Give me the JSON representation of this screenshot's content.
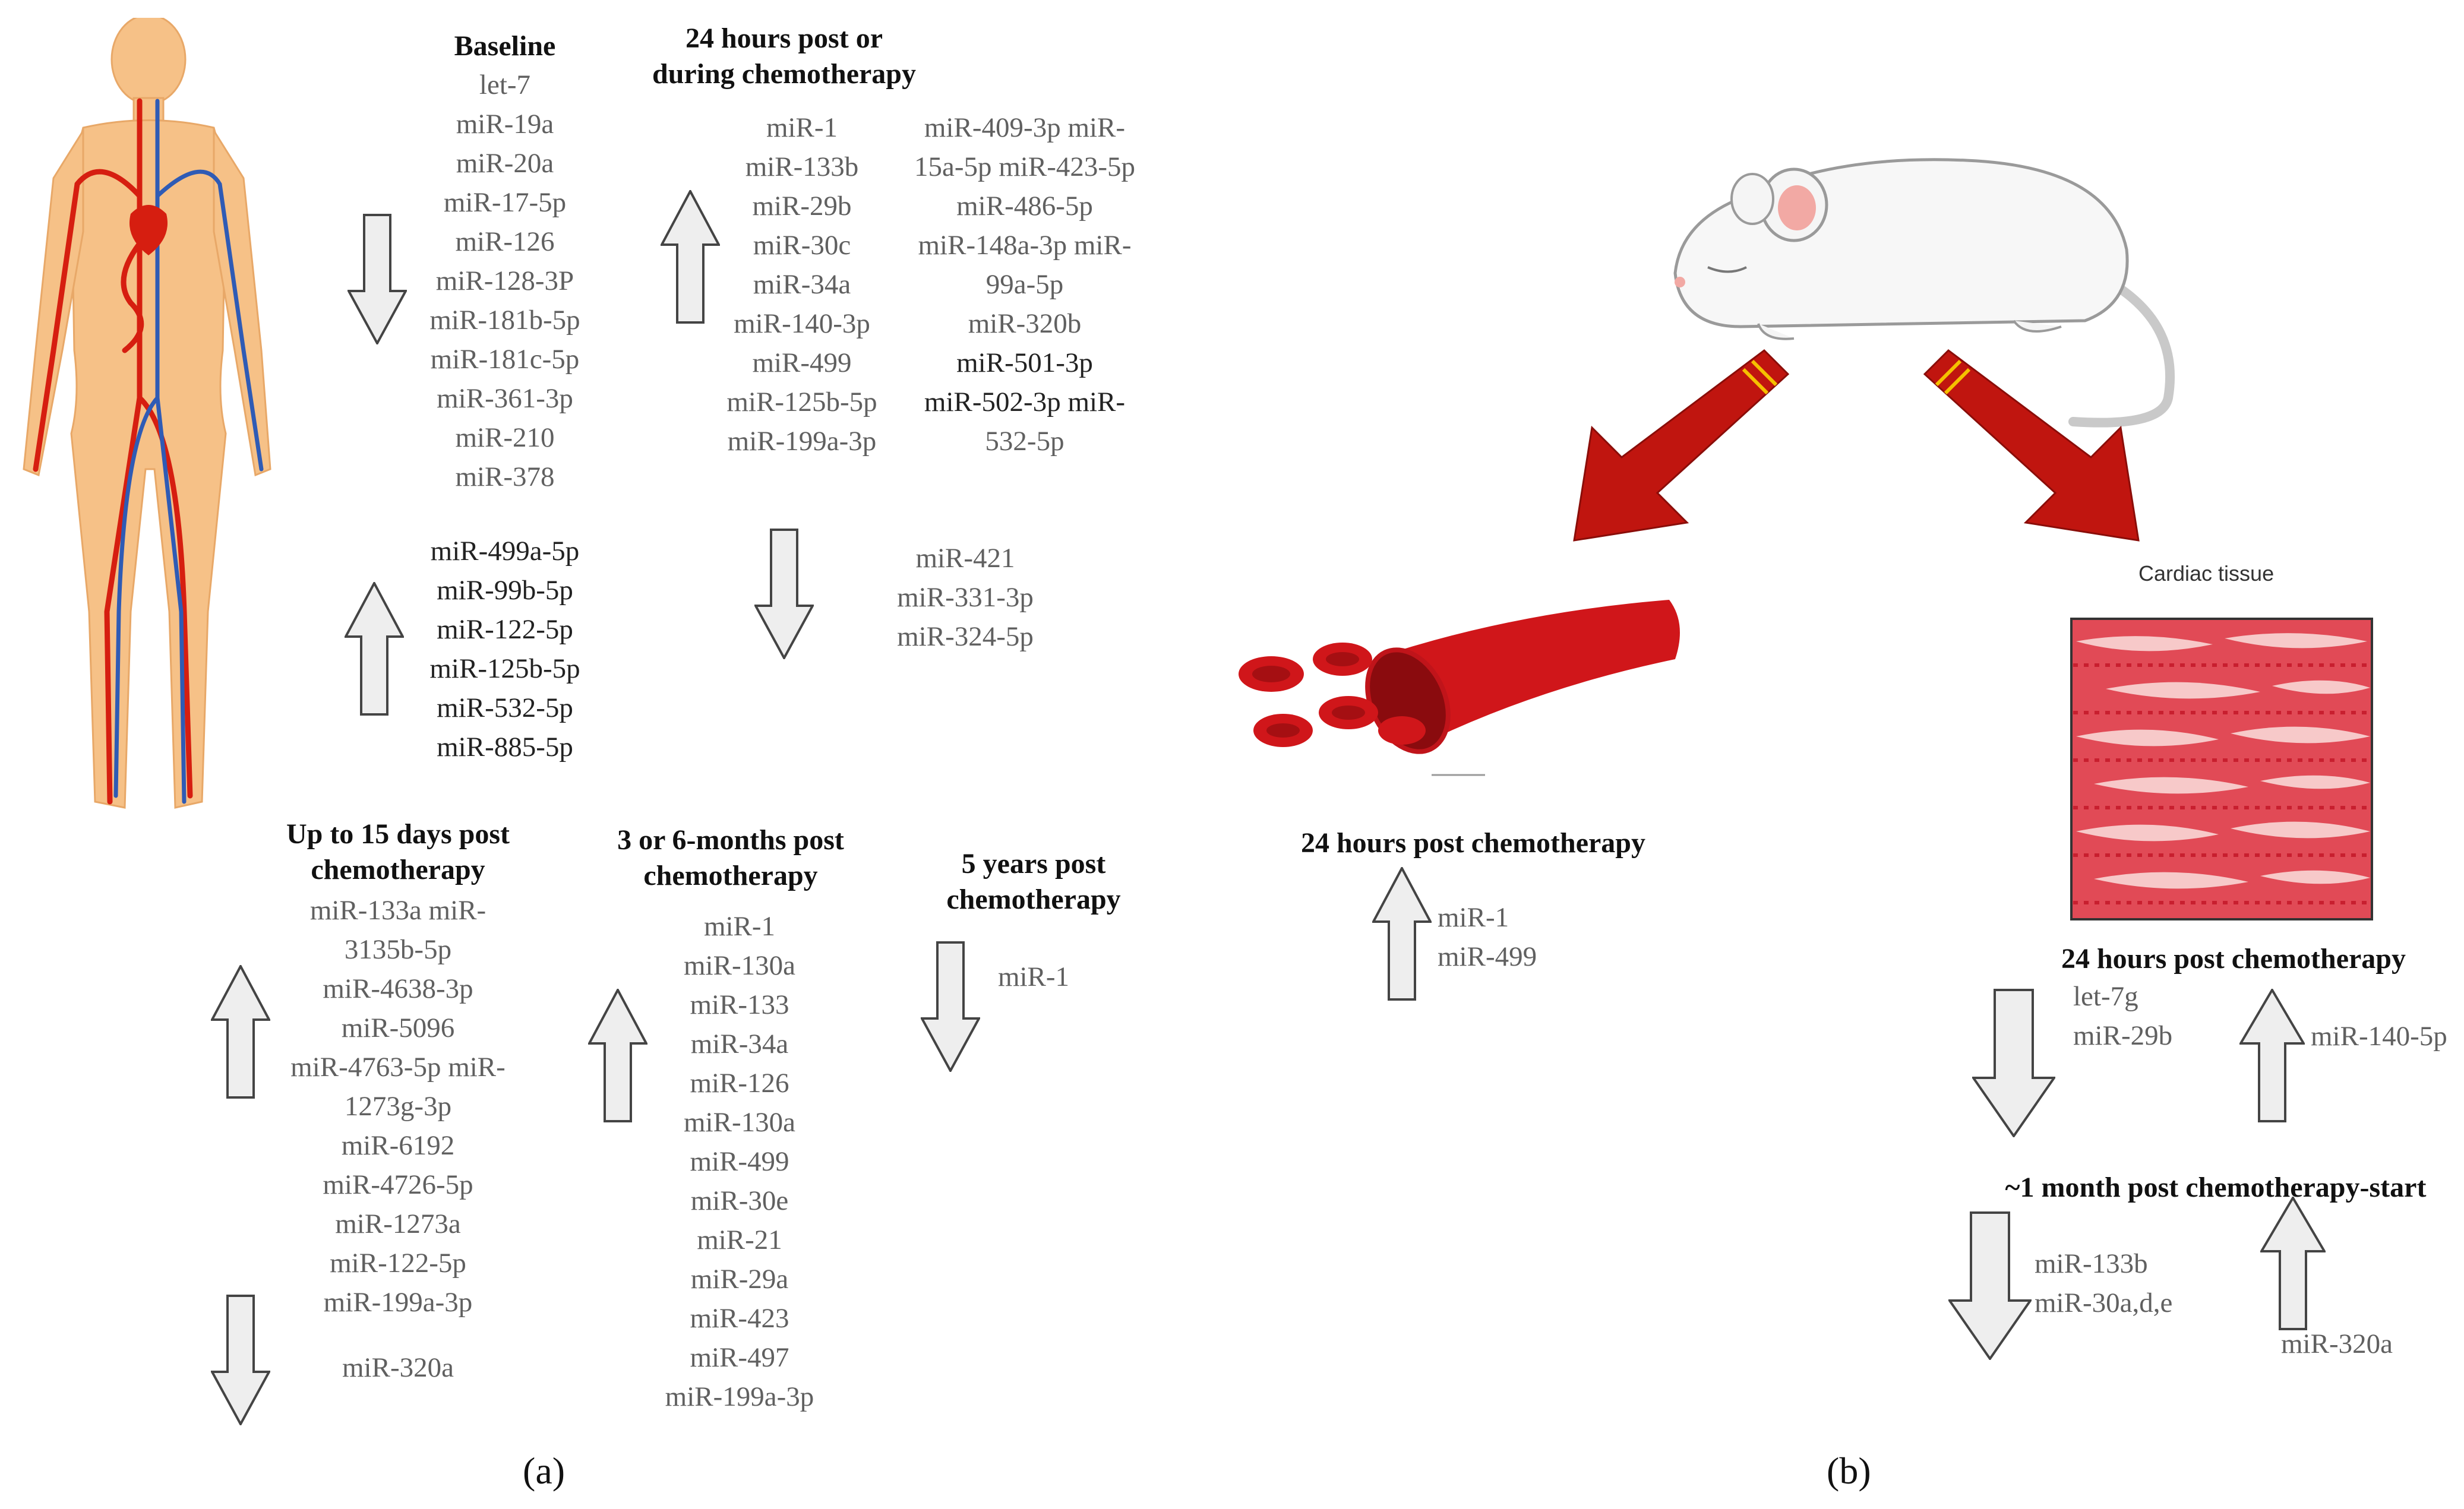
{
  "panel_a": {
    "label": "(a)",
    "baseline": {
      "header": "Baseline",
      "down_items": [
        "let-7",
        "miR-19a",
        "miR-20a",
        "miR-17-5p",
        "miR-126",
        "miR-128-3P",
        "miR-181b-5p",
        "miR-181c-5p",
        "miR-361-3p",
        "miR-210",
        "miR-378"
      ],
      "up_items": [
        "miR-499a-5p",
        "miR-99b-5p",
        "miR-122-5p",
        "miR-125b-5p",
        "miR-532-5p",
        "miR-885-5p"
      ]
    },
    "h24": {
      "header": [
        "24 hours post  or",
        "during chemotherapy"
      ],
      "up_col1": [
        "miR-1",
        "miR-133b",
        "miR-29b",
        "miR-30c",
        "miR-34a",
        "miR-140-3p",
        "miR-499",
        "miR-125b-5p",
        "miR-199a-3p"
      ],
      "up_col2": [
        "miR-409-3p   miR-",
        "15a-5p miR-423-5p",
        "miR-486-5p",
        "miR-148a-3p miR-",
        "99a-5p",
        "miR-320b",
        "miR-501-3p",
        "miR-502-3p miR-",
        "532-5p"
      ],
      "down_items": [
        "miR-421",
        "miR-331-3p",
        "miR-324-5p"
      ]
    },
    "d15": {
      "header": [
        "Up to 15 days post",
        "chemotherapy"
      ],
      "up_items": [
        "miR-133a    miR-",
        "3135b-5p",
        "miR-4638-3p",
        "miR-5096",
        "miR-4763-5p miR-",
        "1273g-3p",
        "miR-6192",
        "miR-4726-5p",
        "miR-1273a",
        "miR-122-5p",
        "miR-199a-3p"
      ],
      "down_items": [
        "miR-320a"
      ]
    },
    "m36": {
      "header": [
        "3 or 6-months post",
        "chemotherapy"
      ],
      "up_items": [
        "miR-1",
        "miR-130a",
        "miR-133",
        "miR-34a",
        "miR-126",
        "miR-130a",
        "miR-499",
        "miR-30e",
        "miR-21",
        "miR-29a",
        "miR-423",
        "miR-497",
        "miR-199a-3p"
      ]
    },
    "y5": {
      "header": [
        "5 years post",
        "chemotherapy"
      ],
      "down_items": [
        "miR-1"
      ]
    }
  },
  "panel_b": {
    "label": "(b)",
    "cardiac_tissue_label": "Cardiac tissue",
    "blood": {
      "header": "24 hours post chemotherapy",
      "up_items": [
        "miR-1",
        "miR-499"
      ]
    },
    "tissue_24h": {
      "header": "24 hours post chemotherapy",
      "down_items": [
        "let-7g",
        "miR-29b"
      ],
      "up_items": [
        "miR-140-5p"
      ]
    },
    "tissue_1m": {
      "header": "~1 month post chemotherapy-start",
      "down_items": [
        "miR-133b",
        "miR-30a,d,e"
      ],
      "up_items": [
        "miR-320a"
      ]
    }
  },
  "colors": {
    "arrow_fill": "#eeeeee",
    "arrow_stroke": "#444444",
    "red_arrow": "#c0150f",
    "body_skin": "#f6c187",
    "artery": "#d61e10",
    "vein": "#2f5bb5",
    "tissue": "#e14a56"
  }
}
